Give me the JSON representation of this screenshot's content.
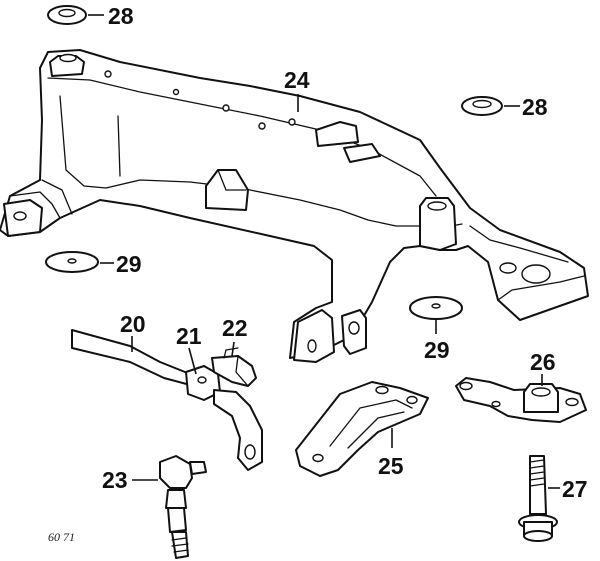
{
  "callouts": {
    "c28a": "28",
    "c24": "24",
    "c28b": "28",
    "c29a": "29",
    "c29b": "29",
    "c20": "20",
    "c21": "21",
    "c22": "22",
    "c26": "26",
    "c23": "23",
    "c25": "25",
    "c27": "27"
  },
  "diagram_code": "60 71",
  "parts": {
    "p20": "stabilizer-bar",
    "p21": "stabilizer-bracket",
    "p22": "stabilizer-clamp",
    "p23": "stabilizer-link",
    "p24": "subframe",
    "p25": "transmission-mount-bracket",
    "p26": "mount-plate",
    "p27": "flange-bolt",
    "p28": "rubber-bushing",
    "p29": "rubber-washer"
  }
}
